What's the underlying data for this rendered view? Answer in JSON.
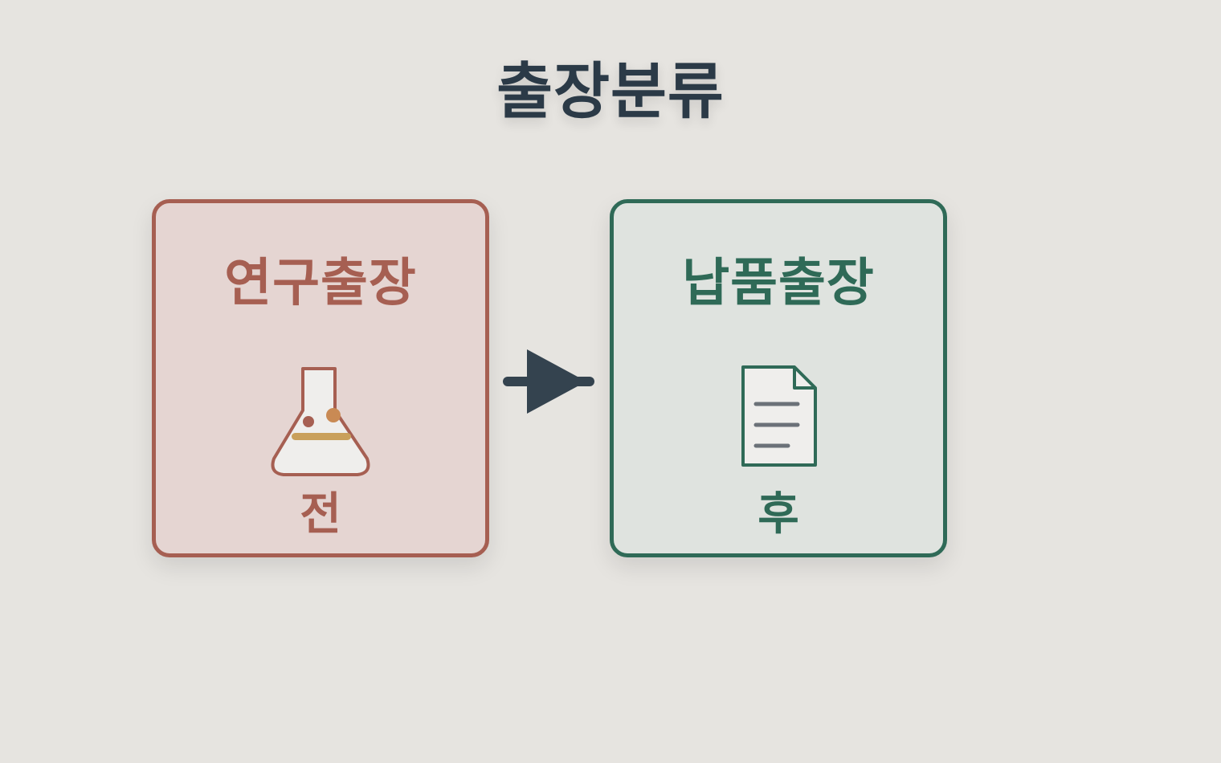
{
  "title": "출장분류",
  "cards": [
    {
      "title": "연구출장",
      "icon": "flask-icon",
      "sub": "전",
      "color": "#a65f52"
    },
    {
      "title": "납품출장",
      "icon": "document-icon",
      "sub": "후",
      "color": "#2f6a57"
    }
  ],
  "arrow": {
    "icon": "arrow-right-icon",
    "color": "#34434f"
  }
}
